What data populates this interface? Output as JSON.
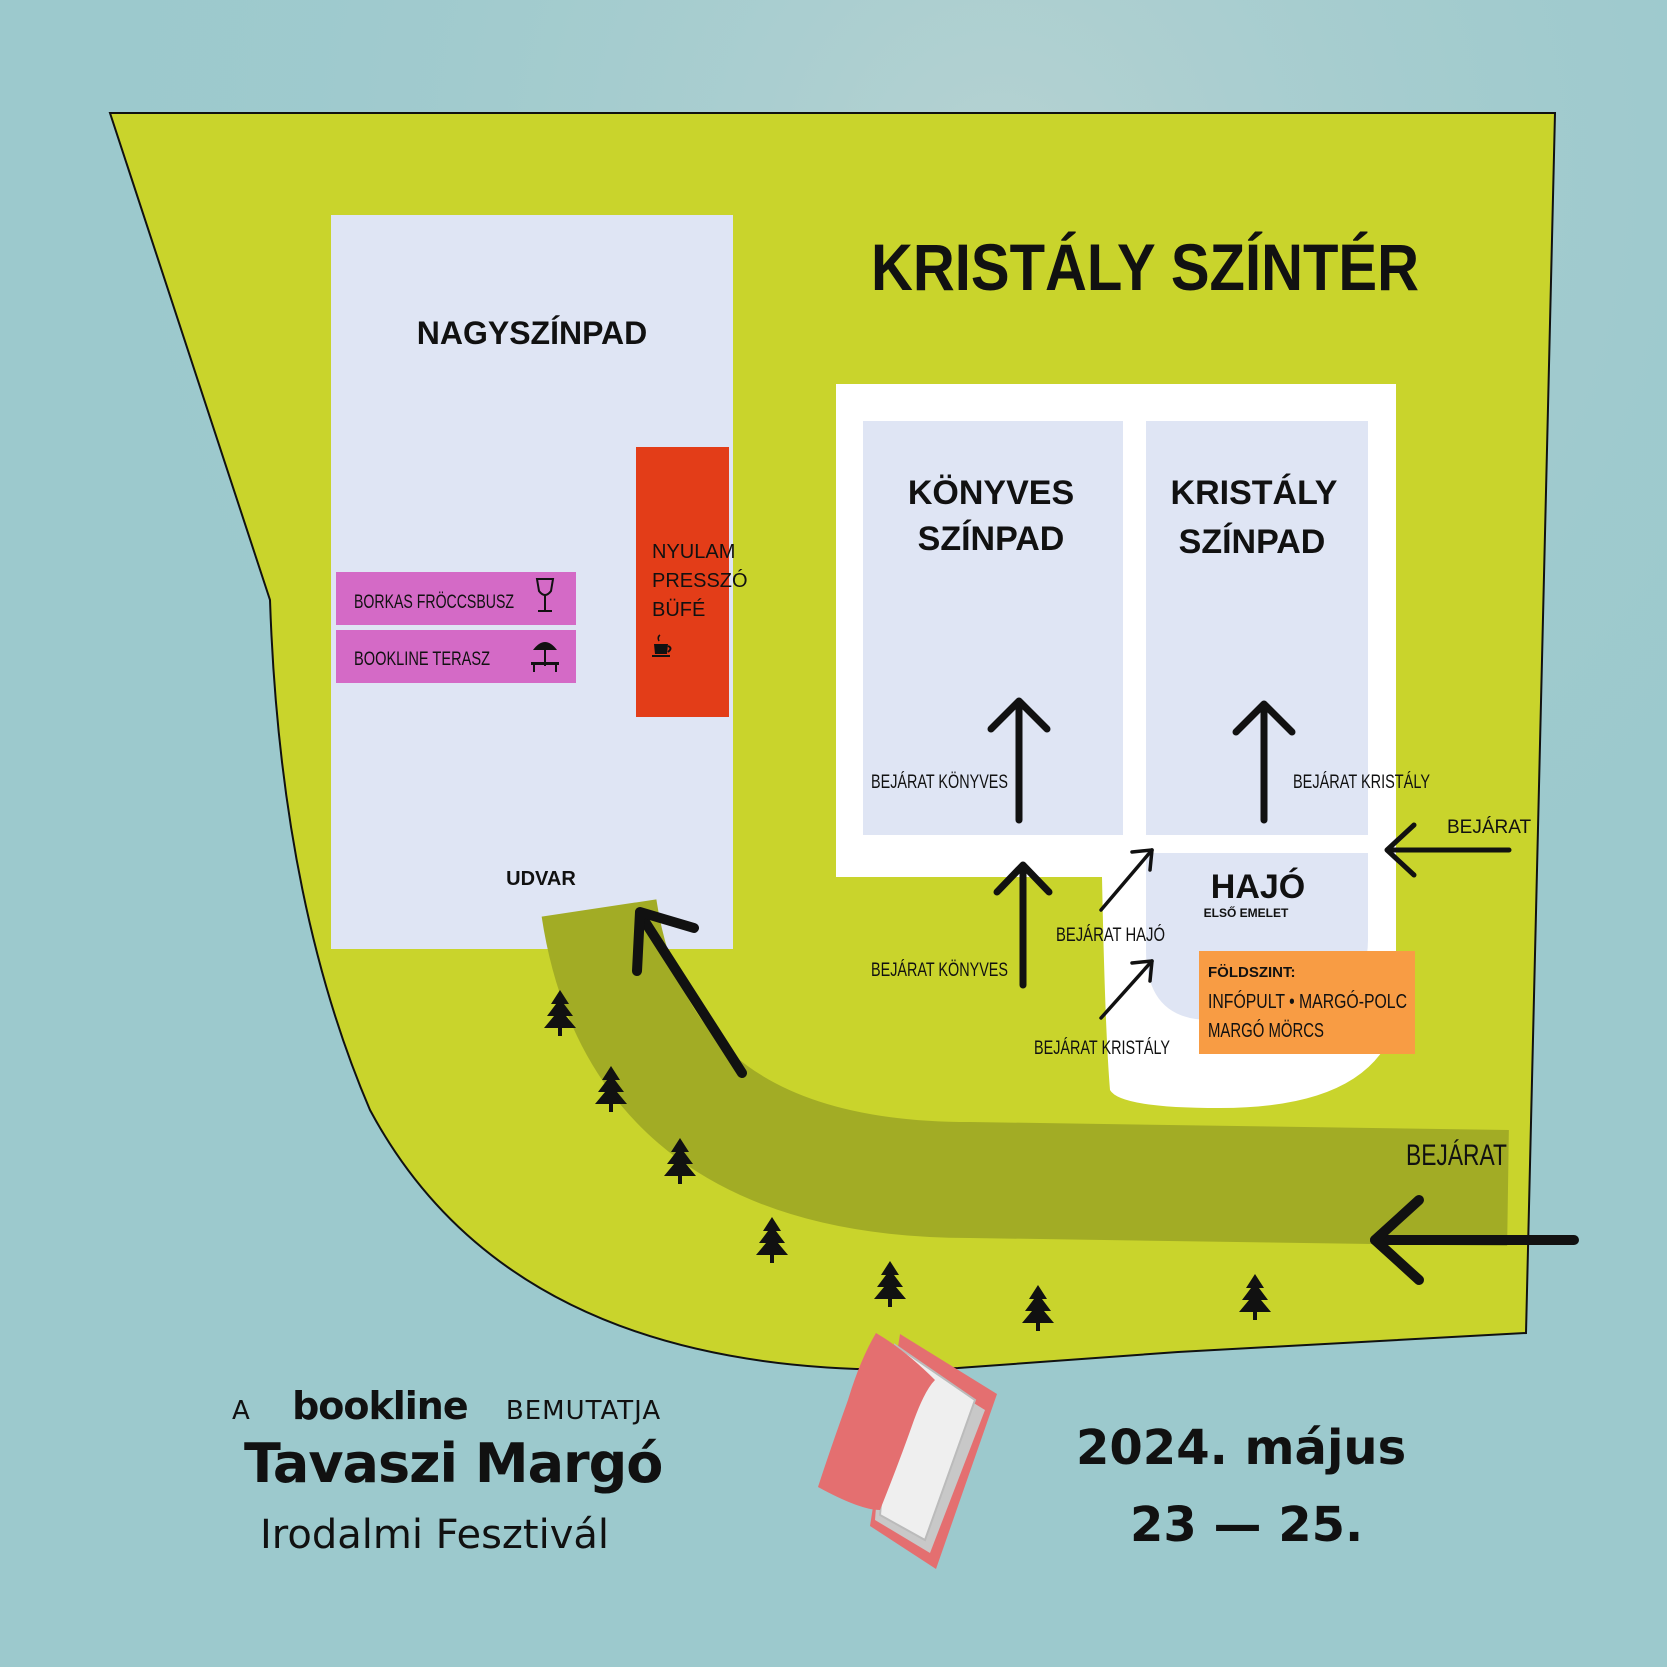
{
  "title": "KRISTÁLY SZÍNTÉR",
  "areas": {
    "nagyszinpad": "NAGYSZÍNPAD",
    "udvar": "UDVAR",
    "konyves_line1": "KÖNYVES",
    "konyves_line2": "SZÍNPAD",
    "kristaly_line1": "KRISTÁLY",
    "kristaly_line2": "SZÍNPAD",
    "hajo": "HAJÓ",
    "hajo_sub": "ELSŐ EMELET"
  },
  "venues": {
    "borkas": "BORKAS FRÖCCSBUSZ",
    "bookline_terasz": "BOOKLINE TERASZ",
    "nyulam_line1": "NYULAM",
    "nyulam_line2": "PRESSZÓ",
    "nyulam_line3": "BÜFÉ"
  },
  "foldszint": {
    "heading": "FÖLDSZINT:",
    "line1": "INFÓPULT  •  MARGÓ-POLC",
    "line2": "MARGÓ MÖRCS"
  },
  "entrances": {
    "konyves_inner": "BEJÁRAT KÖNYVES",
    "kristaly_inner": "BEJÁRAT KRISTÁLY",
    "side": "BEJÁRAT",
    "konyves_outer": "BEJÁRAT KÖNYVES",
    "hajo": "BEJÁRAT HAJÓ",
    "kristaly_outer": "BEJÁRAT KRISTÁLY",
    "main": "BEJÁRAT"
  },
  "footer": {
    "a": "A",
    "brand": "bookline",
    "presents": "BEMUTATJA",
    "event": "Tavaszi Margó",
    "subtitle": "Irodalmi Fesztivál",
    "date_line1": "2024. május",
    "date_line2": "23 — 25."
  },
  "colors": {
    "water": "#9cc9cd",
    "ground": "#c9d42c",
    "path": "#a2ac25",
    "stage_area": "#dfe5f4",
    "building_white": "#ffffff",
    "nyulam": "#e33d18",
    "bar_purple": "#d46ac6",
    "foldszint_orange": "#f89c44",
    "book_pink": "#e46f70"
  },
  "icons": [
    "wine-glass-icon",
    "umbrella-lounger-icon",
    "coffee-cup-icon",
    "tree-icon",
    "book-icon",
    "arrow-icon"
  ]
}
